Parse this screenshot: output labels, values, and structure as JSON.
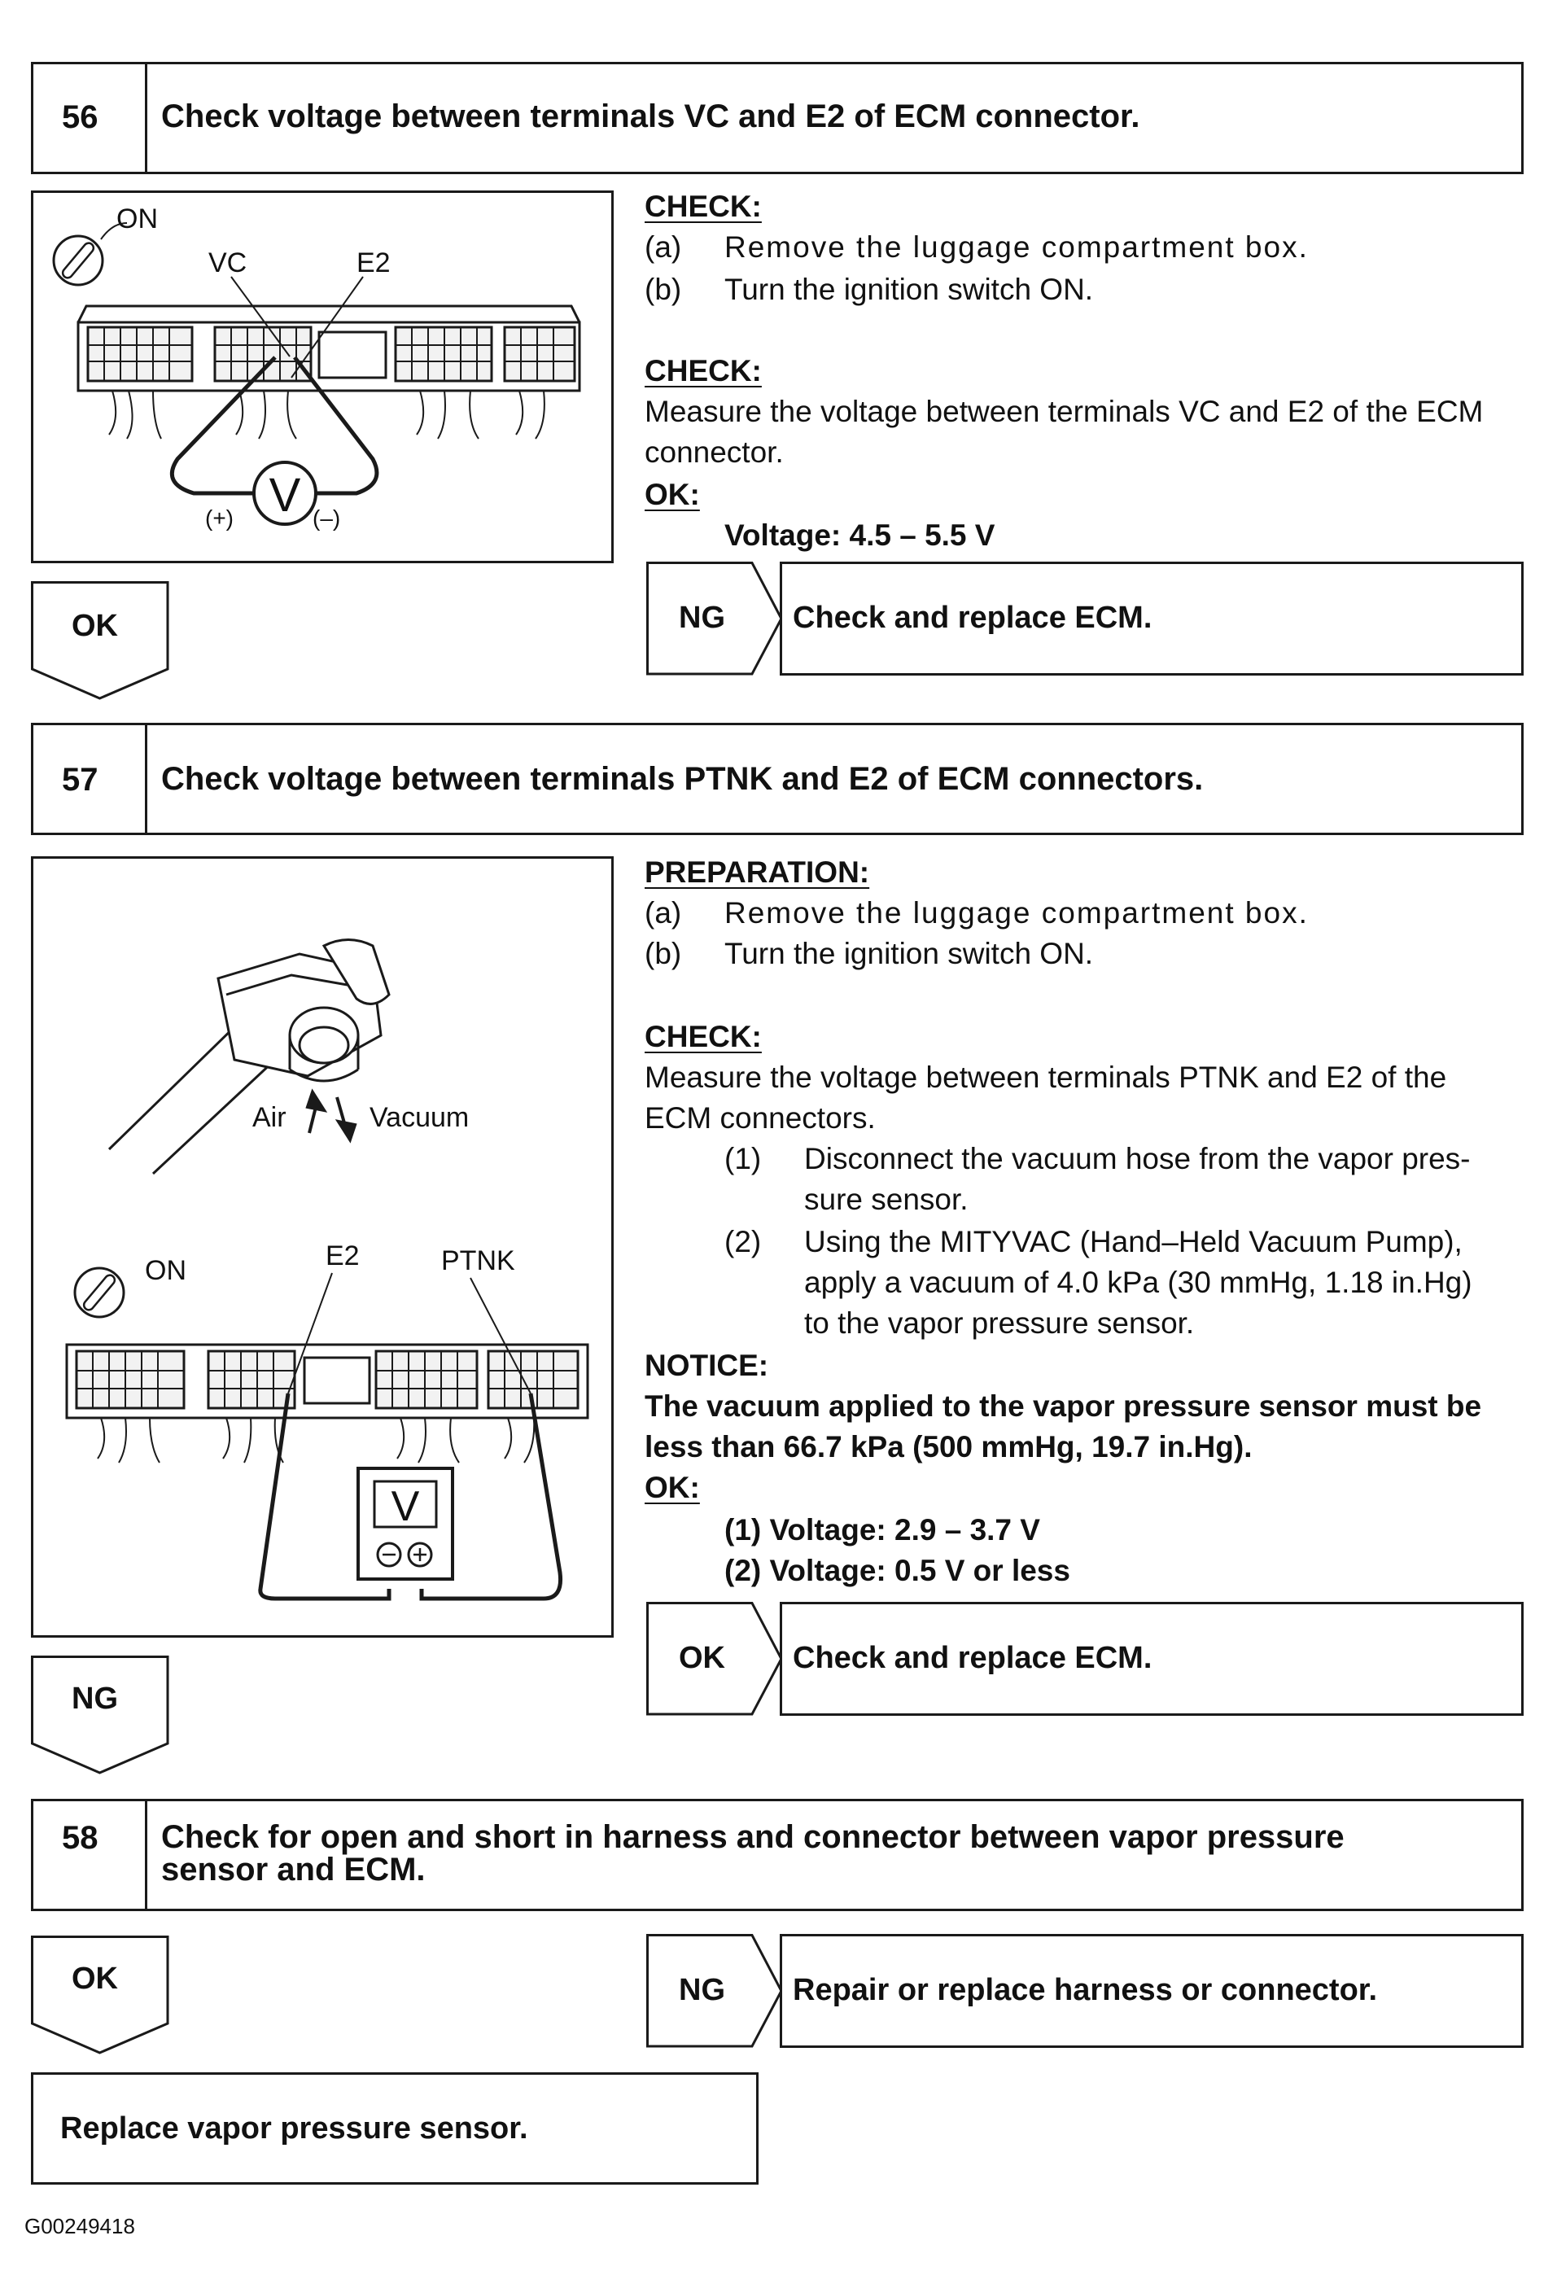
{
  "steps": [
    {
      "number": "56",
      "title": "Check voltage between terminals VC and E2 of ECM connector.",
      "figure_labels": {
        "on": "ON",
        "vc": "VC",
        "e2": "E2",
        "plus": "(+)",
        "minus": "(–)",
        "meter": "V"
      },
      "check1_heading": "CHECK:",
      "check1_items": [
        {
          "marker": "(a)",
          "text": "Remove the luggage compartment box."
        },
        {
          "marker": "(b)",
          "text": "Turn the ignition switch ON."
        }
      ],
      "check2_heading": "CHECK:",
      "check2_text_line1": "Measure the voltage between terminals VC and E2 of the ECM",
      "check2_text_line2": "connector.",
      "ok_heading": "OK:",
      "ok_values": [
        "Voltage: 4.5 – 5.5 V"
      ],
      "flag_left": "OK",
      "flag_right": "NG",
      "result": "Check and replace ECM."
    },
    {
      "number": "57",
      "title": "Check voltage between terminals PTNK and E2 of ECM connectors.",
      "figure_labels": {
        "air": "Air",
        "vacuum": "Vacuum",
        "on": "ON",
        "e2": "E2",
        "ptnk": "PTNK",
        "meter": "V"
      },
      "prep_heading": "PREPARATION:",
      "prep_items": [
        {
          "marker": "(a)",
          "text": "Remove the luggage compartment box."
        },
        {
          "marker": "(b)",
          "text": "Turn the ignition switch ON."
        }
      ],
      "check_heading": "CHECK:",
      "check_line1": "Measure the voltage between terminals PTNK and E2 of the",
      "check_line2": "ECM connectors.",
      "sub_items": [
        {
          "marker": "(1)",
          "line1": "Disconnect the vacuum hose from the vapor pres-",
          "line2": "sure sensor."
        },
        {
          "marker": "(2)",
          "line1": "Using the MITYVAC (Hand–Held Vacuum Pump),",
          "line2": "apply a vacuum of 4.0 kPa (30 mmHg, 1.18 in.Hg)",
          "line3": "to the vapor pressure sensor."
        }
      ],
      "notice_heading": "NOTICE:",
      "notice_line1": "The vacuum applied to the vapor pressure sensor must be",
      "notice_line2": "less than 66.7 kPa (500 mmHg, 19.7 in.Hg).",
      "ok_heading": "OK:",
      "ok_values": [
        "(1) Voltage: 2.9 – 3.7 V",
        "(2) Voltage: 0.5 V or less"
      ],
      "flag_left": "NG",
      "flag_right": "OK",
      "result": "Check and replace ECM."
    },
    {
      "number": "58",
      "title_line1": "Check for open and short in harness and connector between vapor pressure",
      "title_line2": "sensor and ECM.",
      "flag_left": "OK",
      "flag_right": "NG",
      "result": "Repair or replace harness or connector."
    }
  ],
  "final_result": "Replace vapor pressure sensor.",
  "footer_code": "G00249418"
}
